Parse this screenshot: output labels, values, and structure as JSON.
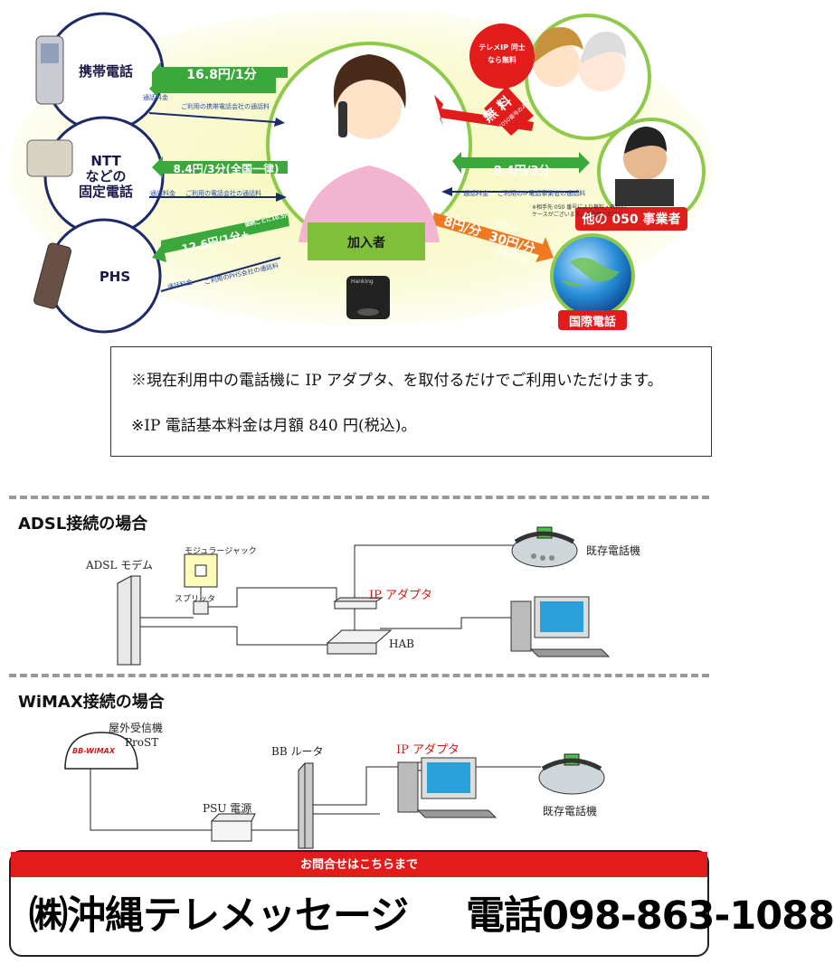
{
  "diagram": {
    "subscriber": "加入者",
    "left_nodes": [
      {
        "label_line1": "携帯電話",
        "label_line2": "",
        "label_line3": "",
        "rate": "16.8円/1分",
        "fee_tag": "通話料金",
        "fee_note": "ご利用の携帯電話会社の通話料"
      },
      {
        "label_line1": "NTT",
        "label_line2": "などの",
        "label_line3": "固定電話",
        "rate": "8.4円/3分(全国一律)",
        "fee_tag": "通話料金",
        "fee_note": "ご利用の電話会社の通話料"
      },
      {
        "label_line1": "PHS",
        "label_line2": "",
        "label_line3": "",
        "rate": "12.6円/1分+",
        "rate_note": "接続ごとに10.5円",
        "fee_tag": "通話料金",
        "fee_note": "ご利用のPHS会社の通話料"
      }
    ],
    "right_top": {
      "bubble_line1": "テレメIP 同士",
      "bubble_line2": "なら無料",
      "free_label": "無 料",
      "free_note": "(050番号のみ)"
    },
    "right_mid": {
      "rate": "8.4円/3分",
      "fee_tag": "通話料金",
      "fee_note": "ご利用のIP電話事業者の通話料",
      "badge": "他の 050 事業者"
    },
    "right_bottom": {
      "rate_prefix": "アメリカ",
      "rate": "8円/分",
      "rate_prefix2": "中国など",
      "rate2": "30円/分",
      "rate_note": "(消費税別途)",
      "side_note": "※相手先 050 番号により無料・有料のケースがございます。ご注意ください。",
      "badge": "国際電話"
    },
    "device_label": "Hanking"
  },
  "notes": [
    "※現在利用中の電話機に IP アダプタ、を取付るだけでご利用いただけます。",
    "※IP 電話基本料金は月額 840 円(税込)。"
  ],
  "adsl": {
    "title": "ADSL接続の場合",
    "modem": "ADSL モデム",
    "modular_jack": "モジュラージャック",
    "splitter": "スプリッタ",
    "ip_adapter": "IP アダプタ",
    "hub": "HAB",
    "phone": "既存電話機"
  },
  "wimax": {
    "title": "WiMAX接続の場合",
    "outdoor": "屋外受信機",
    "prost": "ProST",
    "logo": "BB-WiMAX",
    "router": "BB ルータ",
    "ip_adapter": "IP アダプタ",
    "psu": "PSU 電源",
    "phone": "既存電話機"
  },
  "footer": {
    "header": "お問合せはこちらまで",
    "company": "㈱沖縄テレメッセージ",
    "phone_label": "電話098-863-1088"
  },
  "colors": {
    "accent_red": "#e21b1b",
    "green": "#3aa83a",
    "orange": "#f07820",
    "navy": "#1d2a6a"
  }
}
